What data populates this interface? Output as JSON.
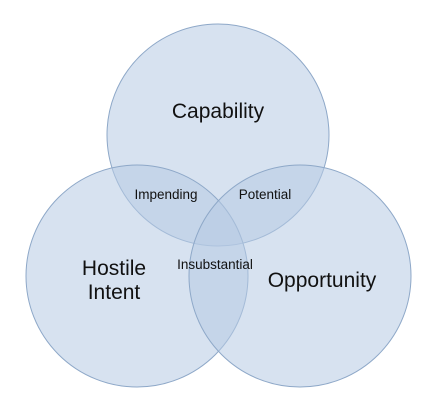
{
  "diagram": {
    "sets": [
      {
        "id": "capability",
        "label": "Capability"
      },
      {
        "id": "hostile_intent",
        "label_lines": [
          "Hostile",
          "Intent"
        ]
      },
      {
        "id": "opportunity",
        "label": "Opportunity"
      }
    ],
    "intersections": {
      "capability_hostile": "Impending",
      "capability_opportunity": "Potential",
      "hostile_opportunity": "Insubstantial"
    },
    "colors": {
      "fill": "#b7cbe3",
      "stroke": "#8ea8c8",
      "text": "#111111"
    }
  }
}
